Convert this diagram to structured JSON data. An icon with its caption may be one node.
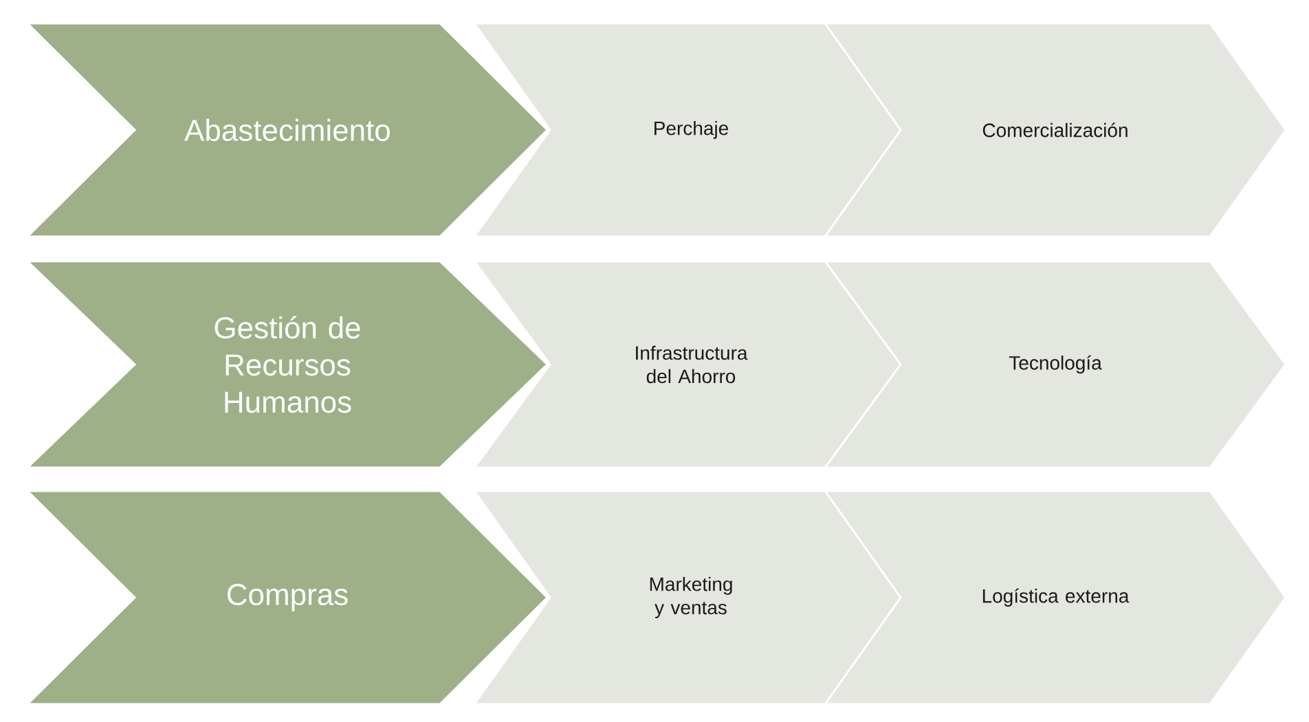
{
  "diagram": {
    "nodes": [
      {
        "text": [
          "Abastecimiento"
        ]
      },
      {
        "text": [
          "Perchaje"
        ]
      },
      {
        "text": [
          "Comercialización"
        ]
      },
      {
        "text": [
          "Gestión de Recursos Humanos"
        ]
      },
      {
        "text": [
          "Infrastructura del Ahorro"
        ]
      },
      {
        "text": [
          "Tecnología"
        ]
      },
      {
        "text": [
          "Compras"
        ]
      },
      {
        "text": [
          "Marketing y ventas"
        ]
      },
      {
        "text": [
          "Logística externa"
        ]
      }
    ]
  }
}
